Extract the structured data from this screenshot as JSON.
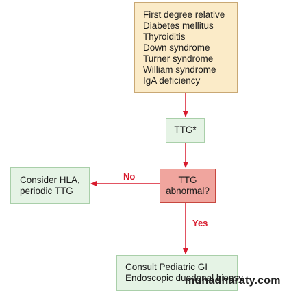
{
  "risk_factors": [
    "First degree relative",
    "Diabetes mellitus",
    "Thyroiditis",
    "Down syndrome",
    "Turner syndrome",
    "William syndrome",
    "IgA deficiency"
  ],
  "test_node": "TTG*",
  "decision_node": {
    "line1": "TTG",
    "line2": "abnormal?"
  },
  "no_branch": {
    "edge_label": "No",
    "line1": "Consider HLA,",
    "line2": "periodic TTG"
  },
  "yes_branch": {
    "edge_label": "Yes",
    "line1": "Consult Pediatric GI",
    "line2": "Endoscopic duodenal biopsy"
  },
  "watermark": "muhadharaty.com",
  "colors": {
    "arrow": "#d81b2e",
    "risk_fill": "#fbebc8",
    "risk_border": "#c9a874",
    "node_fill": "#e5f3e5",
    "node_border": "#a9cfa9",
    "decision_fill": "#f0a59e",
    "decision_border": "#c7473f"
  }
}
